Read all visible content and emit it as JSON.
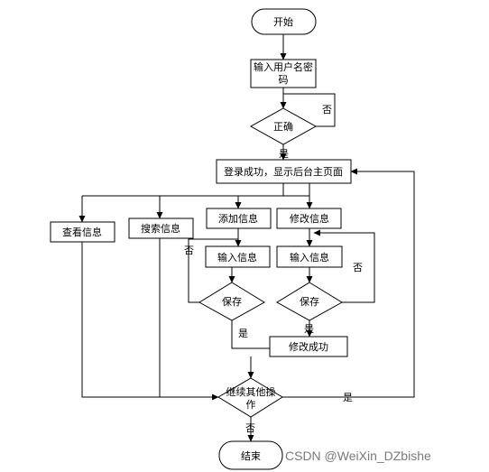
{
  "flowchart": {
    "nodes": {
      "start": "开始",
      "input_credentials_line1": "输入用户名密",
      "input_credentials_line2": "码",
      "check_correct": "正确",
      "login_success": "登录成功，显示后台主页面",
      "view_info": "查看信息",
      "search_info": "搜索信息",
      "add_info": "添加信息",
      "edit_info": "修改信息",
      "add_input_info": "输入信息",
      "edit_input_info": "输入信息",
      "add_save": "保存",
      "edit_save": "保存",
      "edit_success": "修改成功",
      "continue_line1": "继续其他操",
      "continue_line2": "作",
      "end": "结束"
    },
    "edge_labels": {
      "correct_no": "否",
      "correct_yes": "是",
      "add_save_no": "否",
      "add_save_yes": "是",
      "edit_save_no": "否",
      "edit_save_yes": "是",
      "continue_yes": "是",
      "continue_no": "否"
    }
  },
  "watermark": "CSDN @WeiXin_DZbishe",
  "colors": {
    "stroke": "#000000",
    "background": "#ffffff",
    "watermark": "#7a7a7a"
  }
}
